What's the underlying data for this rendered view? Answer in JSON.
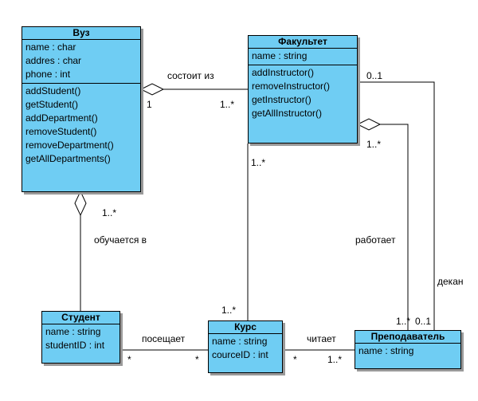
{
  "classes": {
    "vuz": {
      "name": "Вуз",
      "attributes": [
        "name : char",
        "addres : char",
        "phone : int"
      ],
      "operations": [
        "addStudent()",
        "getStudent()",
        "addDepartment()",
        "removeStudent()",
        "removeDepartment()",
        "getAllDepartments()"
      ]
    },
    "fakultet": {
      "name": "Факультет",
      "attributes": [
        "name : string"
      ],
      "operations": [
        "addInstructor()",
        "removeInstructor()",
        "getInstructor()",
        "getAllInstructor()"
      ]
    },
    "student": {
      "name": "Студент",
      "attributes": [
        "name : string",
        "studentID : int"
      ]
    },
    "kurs": {
      "name": "Курс",
      "attributes": [
        "name : string",
        "courceID : int"
      ]
    },
    "prepodavatel": {
      "name": "Преподаватель",
      "attributes": [
        "name : string"
      ]
    }
  },
  "labels": {
    "sostoit_iz": "состоит из",
    "obuchaetsya_v": "обучается в",
    "poseshchaet": "посещает",
    "chitaet": "читает",
    "rabotaet": "работает",
    "dekan": "декан"
  },
  "multiplicities": {
    "vuz_fak_1": "1",
    "vuz_fak_many": "1..*",
    "vuz_student": "1..*",
    "fak_dekan": "0..1",
    "fak_rabotaet": "1..*",
    "fak_kurs_top": "1..*",
    "kurs_fak_bottom": "1..*",
    "prep_rabotaet": "1..*",
    "prep_dekan": "0..1",
    "student_poseshchaet": "*",
    "kurs_poseshchaet": "*",
    "kurs_chitaet": "*",
    "prep_chitaet": "1..*"
  }
}
